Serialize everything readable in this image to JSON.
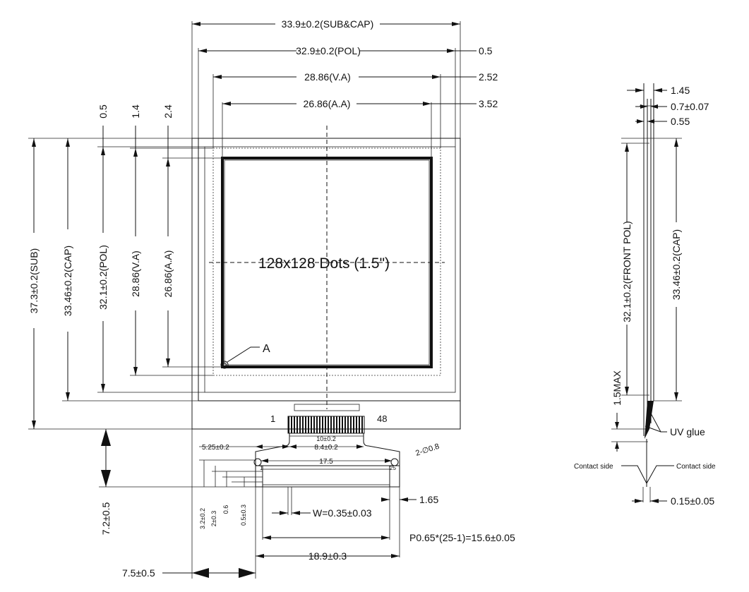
{
  "drawing": {
    "front_view": {
      "dims_horizontal": {
        "sub_cap": "33.9±0.2(SUB&CAP)",
        "pol": "32.9±0.2(POL)",
        "va": "28.86(V.A)",
        "aa": "26.86(A.A)",
        "off_pol": "0.5",
        "off_va": "2.52",
        "off_aa": "3.52"
      },
      "dims_vertical": {
        "sub": "37.3±0.2(SUB)",
        "cap": "33.46±0.2(CAP)",
        "pol": "32.1±0.2(POL)",
        "va": "28.86(V.A)",
        "aa": "26.86(A.A)",
        "top_0_5": "0.5",
        "top_1_4": "1.4",
        "top_2_4": "2.4"
      },
      "center_label": "128x128 Dots (1.5\")",
      "detail_callout": "A",
      "pin_start": "1",
      "pin_end": "48",
      "fpc_label_small": "10±0.2",
      "dims_fpc": {
        "w525": "5.25±0.2",
        "w84": "8.4±0.2",
        "hole": "2-∅0.8",
        "w175": "17.5",
        "pin1": "1",
        "pin25": "25",
        "v32": "3.2±0.2",
        "v2": "2±0.3",
        "v06": "0.6",
        "v05": "0.5±0.3",
        "d165": "1.65",
        "width_w": "W=0.35±0.03",
        "pitch": "P0.65*(25-1)=15.6±0.05",
        "w189": "18.9±0.3",
        "v72": "7.2±0.5",
        "h75": "7.5±0.5"
      }
    },
    "side_view": {
      "d145": "1.45",
      "d07": "0.7±0.07",
      "d055": "0.55",
      "front_pol": "32.1±0.2(FRONT POL)",
      "cap": "33.46±0.2(CAP)",
      "max": "1.5MAX",
      "uv_glue": "UV glue",
      "contact_left": "Contact side",
      "contact_right": "Contact side",
      "d015": "0.15±0.05"
    }
  }
}
